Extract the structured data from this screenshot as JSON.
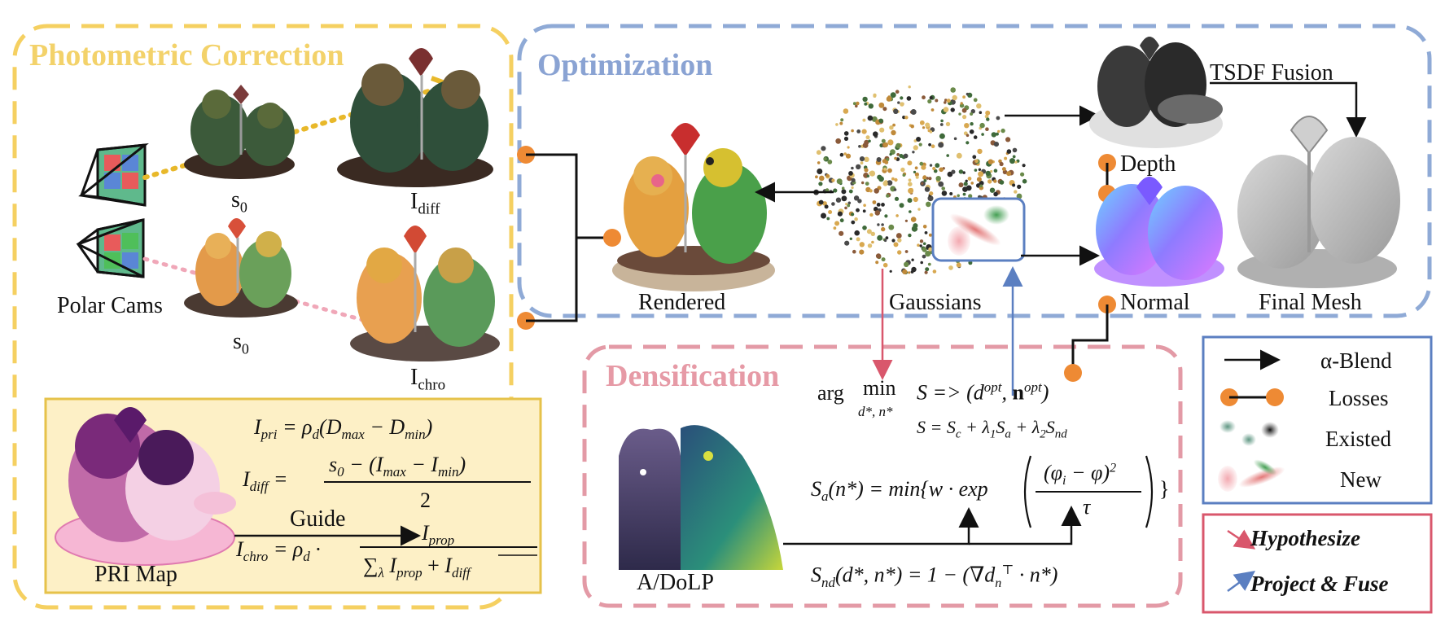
{
  "sections": {
    "photometric": "Photometric Correction",
    "optimization": "Optimization",
    "densification": "Densification"
  },
  "labels": {
    "s0_top": "s",
    "s0_top_sub": "0",
    "idiff": "I",
    "idiff_sub": "diff",
    "polar_cams": "Polar Cams",
    "s0_bottom": "s",
    "s0_bottom_sub": "0",
    "ichro": "I",
    "ichro_sub": "chro",
    "pri_map": "PRI Map",
    "guide": "Guide",
    "rendered": "Rendered",
    "gaussians": "Gaussians",
    "depth": "Depth",
    "normal": "Normal",
    "tsdf": "TSDF Fusion",
    "final_mesh": "Final Mesh",
    "adolp": "A/DoLP"
  },
  "equations": {
    "pri_lhs": "I",
    "pri_lhs_sub": "pri",
    "pri_rhs": "= ρ",
    "pri_rhs_sub": "d",
    "pri_rest": "(D",
    "pri_max": "max",
    "pri_minus": " − D",
    "pri_min": "min",
    "pri_close": ")",
    "diff_lhs": "I",
    "diff_lhs_sub": "diff",
    "diff_eq": "=",
    "diff_num": "s",
    "diff_num_sub": "0",
    "diff_num_rest": " − (I",
    "diff_num_max": "max",
    "diff_num_mid": " − I",
    "diff_num_min": "min",
    "diff_num_close": ")",
    "diff_den": "2",
    "prop": "I",
    "prop_sub": "prop",
    "chro_lhs": "I",
    "chro_lhs_sub": "chro",
    "chro_eq": "= ρ",
    "chro_eq_sub": "d",
    "chro_dot": " ·",
    "chro_den": "∑",
    "chro_den_sub": "λ",
    "chro_den_rest": " I",
    "chro_den_prop": "prop",
    "chro_den_plus": " + ",
    "chro_den_diff": "I",
    "chro_den_diff_sub": "diff",
    "argmin_word": "arg",
    "argmin_min": "min",
    "argmin_under": "d*, n*",
    "argmin_rhs": "S => (d",
    "argmin_opt1": "opt",
    "argmin_comma": ", ",
    "argmin_n": "n",
    "argmin_opt2": "opt",
    "argmin_close": ")",
    "s_def": "S = S",
    "s_def_c": "c",
    "s_def_p1": " + λ",
    "s_def_1": "1",
    "s_def_sa": "S",
    "s_def_a": "a",
    "s_def_p2": " + λ",
    "s_def_2": "2",
    "s_def_snd": "S",
    "s_def_nd": "nd",
    "sa_lhs": "S",
    "sa_lhs_sub": "a",
    "sa_arg": "(n*) = min{w · exp",
    "sa_num": "(φ",
    "sa_num_i": "i",
    "sa_num_rest": " − φ)",
    "sa_num_sq": "2",
    "sa_den": "τ",
    "sa_close": "}",
    "snd_lhs": "S",
    "snd_lhs_sub": "nd",
    "snd_rest": "(d*, n*) = 1 − (∇d",
    "snd_n": "n",
    "snd_T": "⊤",
    "snd_tail": " · n*)"
  },
  "legend": {
    "blend": "α-Blend",
    "losses": "Losses",
    "existed": "Existed",
    "new": "New",
    "hypothesize": "Hypothesize",
    "project_fuse": "Project & Fuse"
  },
  "colors": {
    "yellow": "#f5d061",
    "yellow_text": "#f3d26a",
    "blue": "#8faad6",
    "blue_text": "#8aa3d3",
    "pink": "#e39aa6",
    "pink_text": "#e69aa6",
    "orange": "#ee8a34",
    "pri_bg": "#fdf0c6",
    "legend_red": "#d9576c",
    "legend_blue": "#5b7fc1"
  }
}
